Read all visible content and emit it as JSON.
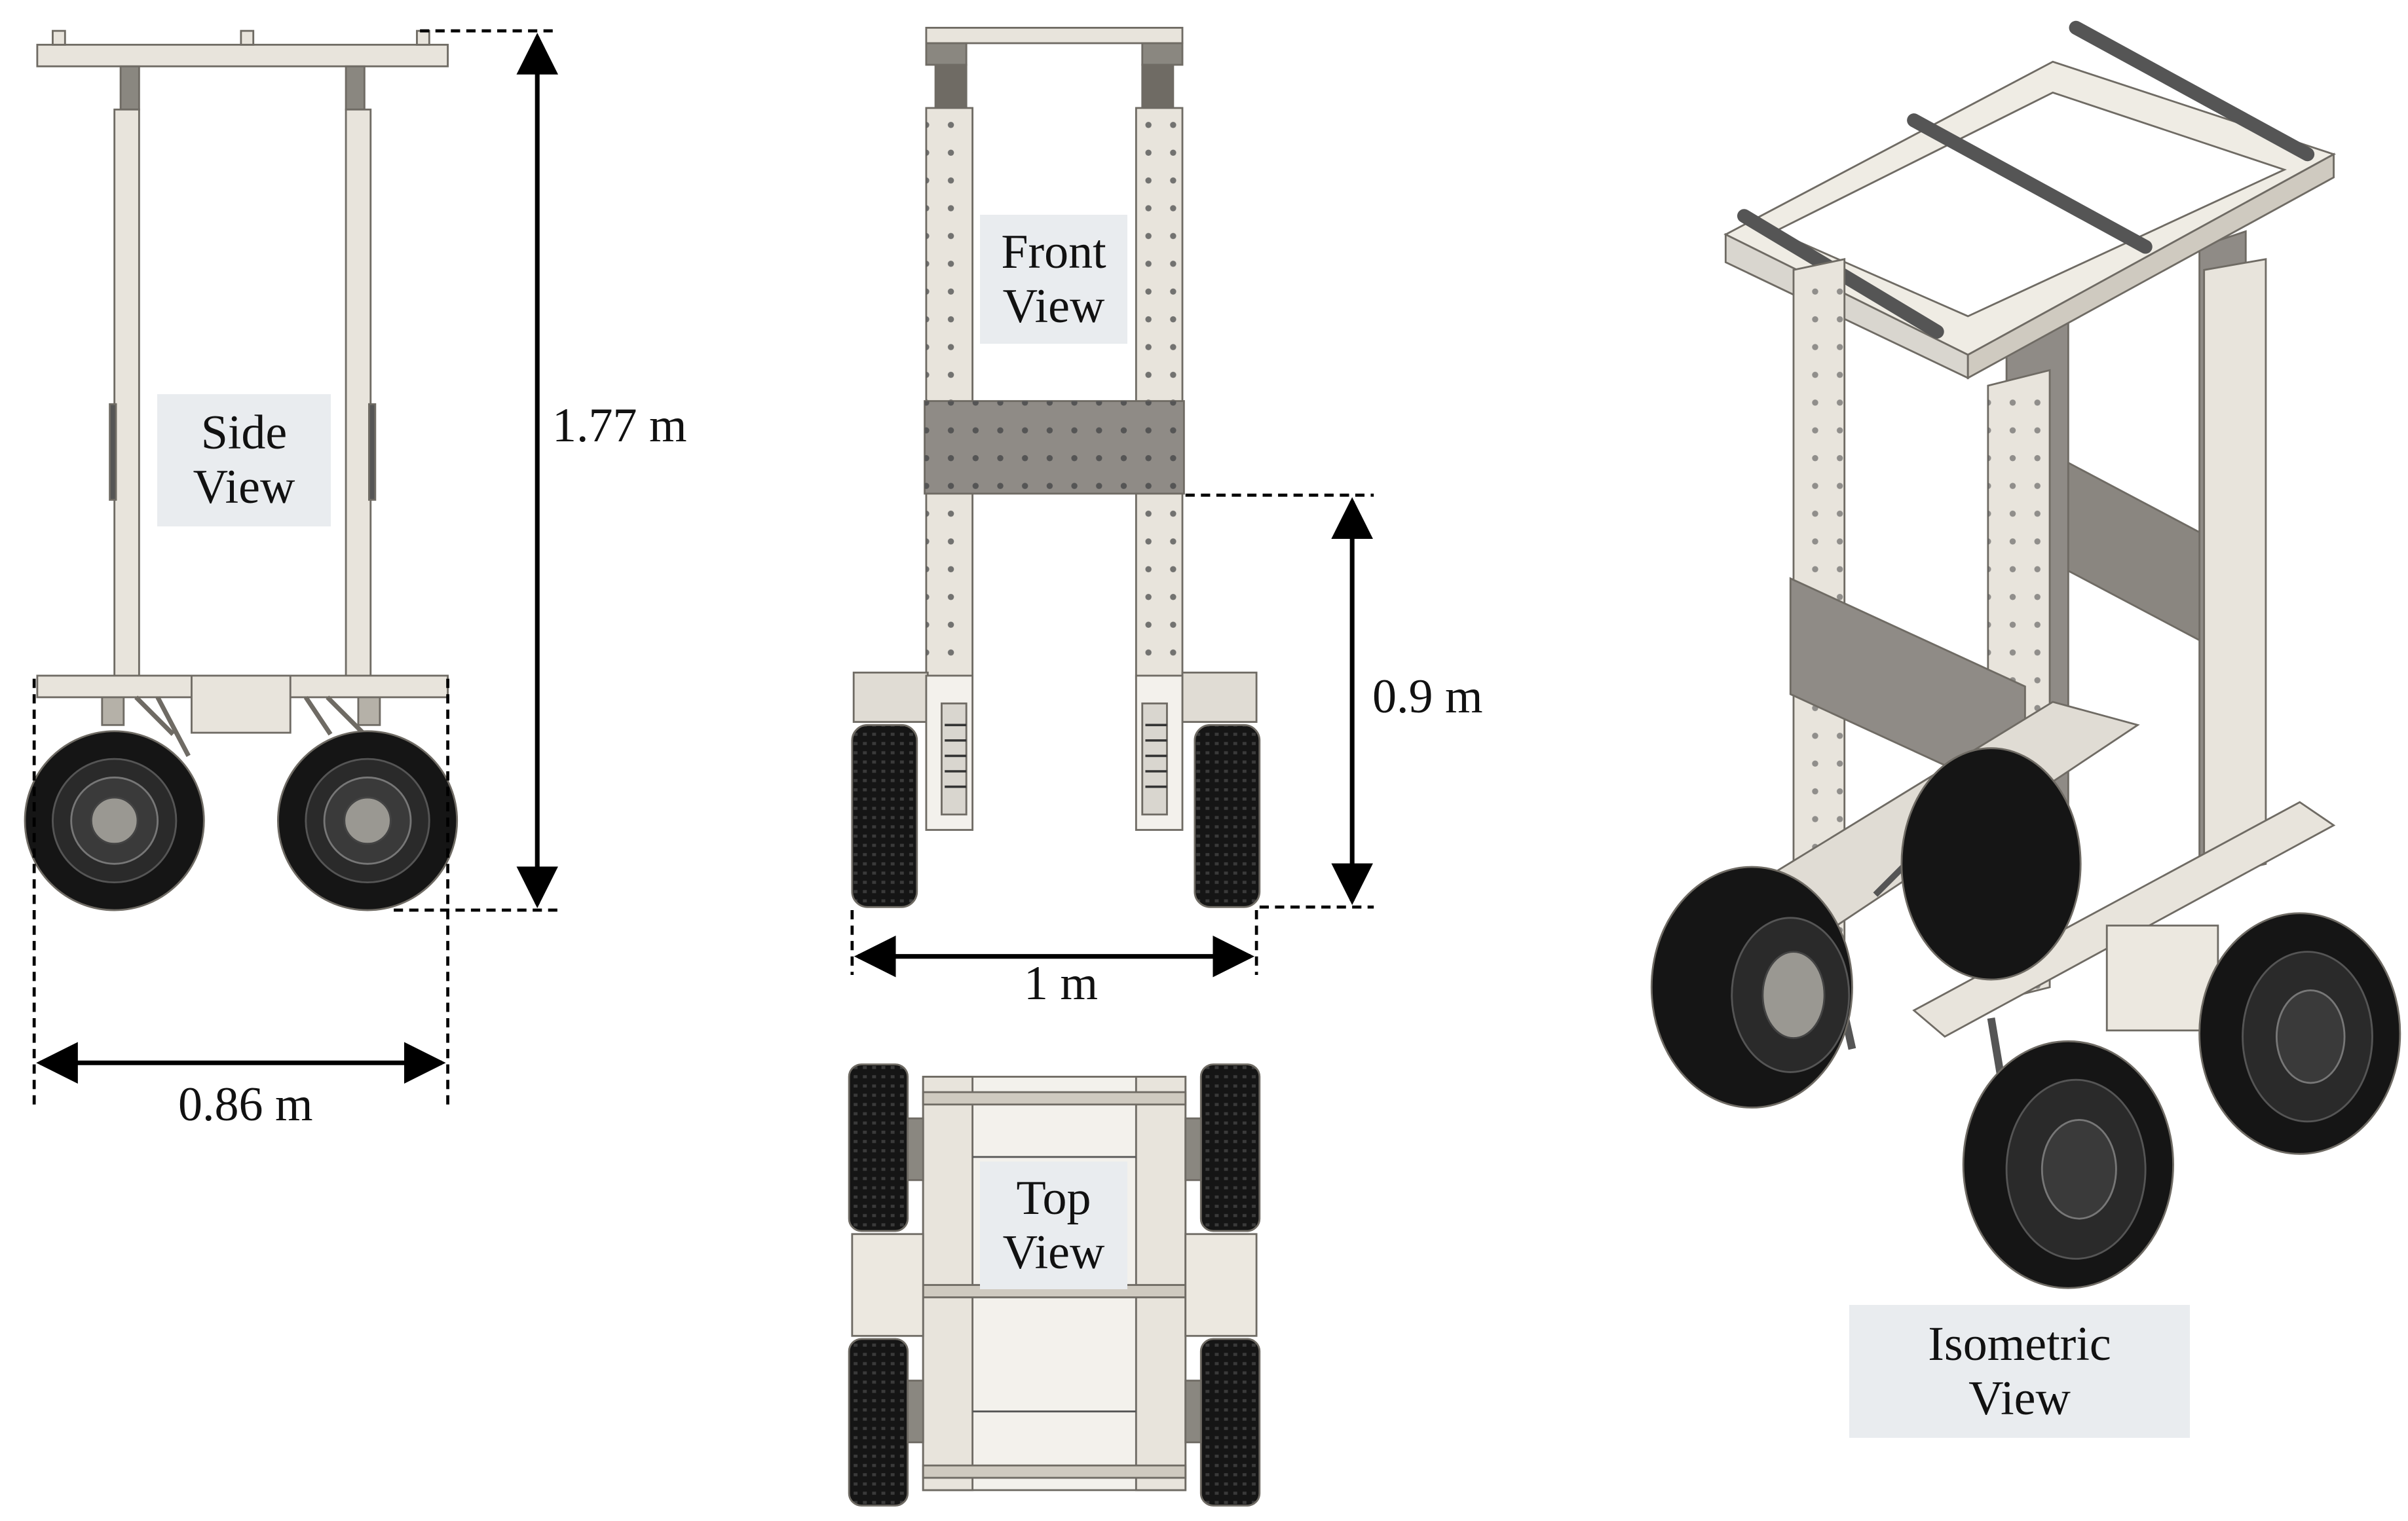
{
  "views": {
    "side": {
      "line1": "Side",
      "line2": "View"
    },
    "front": {
      "line1": "Front",
      "line2": "View"
    },
    "top": {
      "line1": "Top",
      "line2": "View"
    },
    "isometric": {
      "line1": "Isometric",
      "line2": "View"
    }
  },
  "dimensions": {
    "height": "1.77 m",
    "side_width": "0.86 m",
    "front_height": "0.9 m",
    "front_width": "1 m"
  },
  "colors": {
    "frame": "#e8e4dc",
    "frame_edge": "#7a766e",
    "plate": "#8f8b86",
    "tire": "#151515",
    "hub": "#9a9892",
    "label_bg": "#e9ecef",
    "dim_line": "#000000"
  }
}
